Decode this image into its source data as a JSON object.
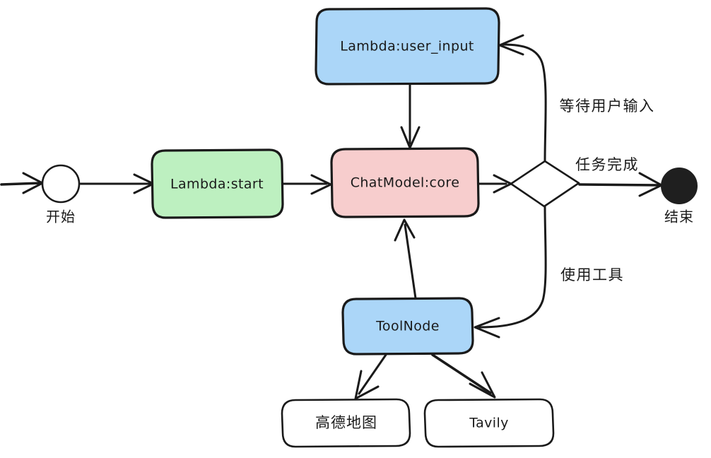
{
  "diagram": {
    "type": "state-diagram",
    "title": "",
    "background_color": "#ffffff",
    "stroke_color": "#1a1a1a",
    "nodes": [
      {
        "id": "start",
        "label": "开始",
        "shape": "circle-hollow",
        "fill": "#ffffff"
      },
      {
        "id": "lambda_start",
        "label": "Lambda:start",
        "shape": "rounded-rect",
        "fill": "#bdf0c0"
      },
      {
        "id": "lambda_user_input",
        "label": "Lambda:user_input",
        "shape": "rounded-rect",
        "fill": "#abd6f8"
      },
      {
        "id": "chatmodel_core",
        "label": "ChatModel:core",
        "shape": "rounded-rect",
        "fill": "#f7cdcd"
      },
      {
        "id": "choice",
        "label": "",
        "shape": "diamond",
        "fill": "#ffffff"
      },
      {
        "id": "toolnode",
        "label": "ToolNode",
        "shape": "rounded-rect",
        "fill": "#abd6f8"
      },
      {
        "id": "amap",
        "label": "高德地图",
        "shape": "rounded-rect",
        "fill": "#ffffff"
      },
      {
        "id": "tavily",
        "label": "Tavily",
        "shape": "rounded-rect",
        "fill": "#ffffff"
      },
      {
        "id": "end",
        "label": "结束",
        "shape": "circle-filled",
        "fill": "#1f1f1f"
      }
    ],
    "edges": [
      {
        "from": "entry",
        "to": "start",
        "label": ""
      },
      {
        "from": "start",
        "to": "lambda_start",
        "label": ""
      },
      {
        "from": "lambda_start",
        "to": "chatmodel_core",
        "label": ""
      },
      {
        "from": "lambda_user_input",
        "to": "chatmodel_core",
        "label": ""
      },
      {
        "from": "chatmodel_core",
        "to": "choice",
        "label": ""
      },
      {
        "from": "choice",
        "to": "end",
        "label": "任务完成"
      },
      {
        "from": "choice",
        "to": "lambda_user_input",
        "label": "等待用户输入"
      },
      {
        "from": "choice",
        "to": "toolnode",
        "label": "使用工具"
      },
      {
        "from": "toolnode",
        "to": "chatmodel_core",
        "label": ""
      },
      {
        "from": "toolnode",
        "to": "amap",
        "label": ""
      },
      {
        "from": "toolnode",
        "to": "tavily",
        "label": ""
      }
    ],
    "edge_labels": {
      "task_complete": "任务完成",
      "wait_user_input": "等待用户输入",
      "use_tools": "使用工具"
    }
  }
}
